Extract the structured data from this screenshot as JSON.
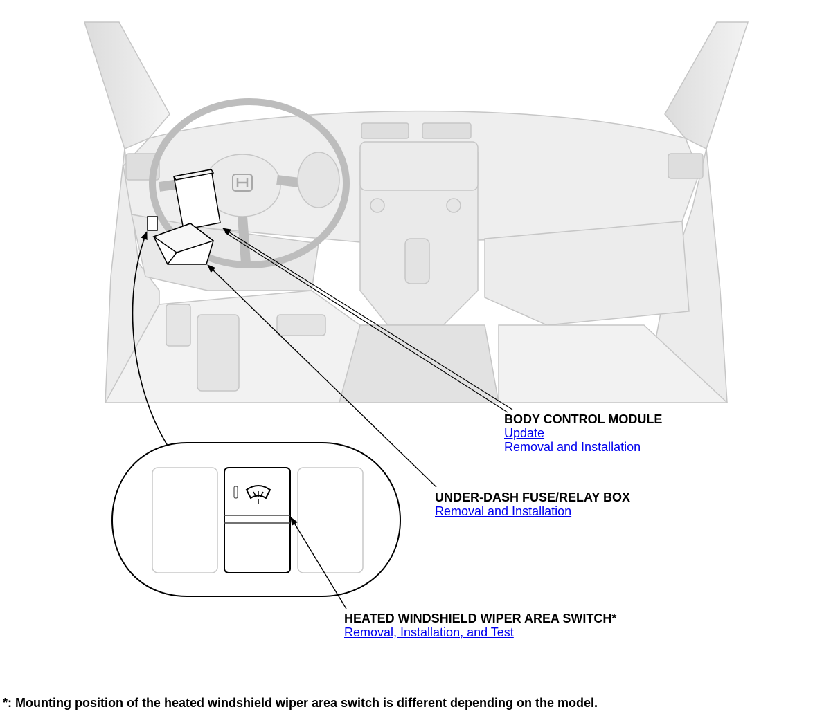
{
  "callouts": {
    "body_control_module": {
      "title": "BODY CONTROL MODULE",
      "links": [
        "Update",
        "Removal and Installation"
      ]
    },
    "under_dash_fuse_relay_box": {
      "title": "UNDER-DASH FUSE/RELAY BOX",
      "links": [
        "Removal and Installation"
      ]
    },
    "heated_windshield_wiper_area_switch": {
      "title": "HEATED WINDSHIELD WIPER AREA SWITCH*",
      "links": [
        "Removal, Installation, and Test"
      ]
    }
  },
  "footnote": "*: Mounting position of the heated windshield wiper area switch is different depending on the model.",
  "colors": {
    "link": "#0000ee",
    "interior_line": "#c8c8c8",
    "interior_fill": "#f0f0f0",
    "leader": "#000000"
  },
  "icons": {
    "steering_logo": "honda-h-logo-icon",
    "switch_symbol": "heated-wiper-icon"
  }
}
